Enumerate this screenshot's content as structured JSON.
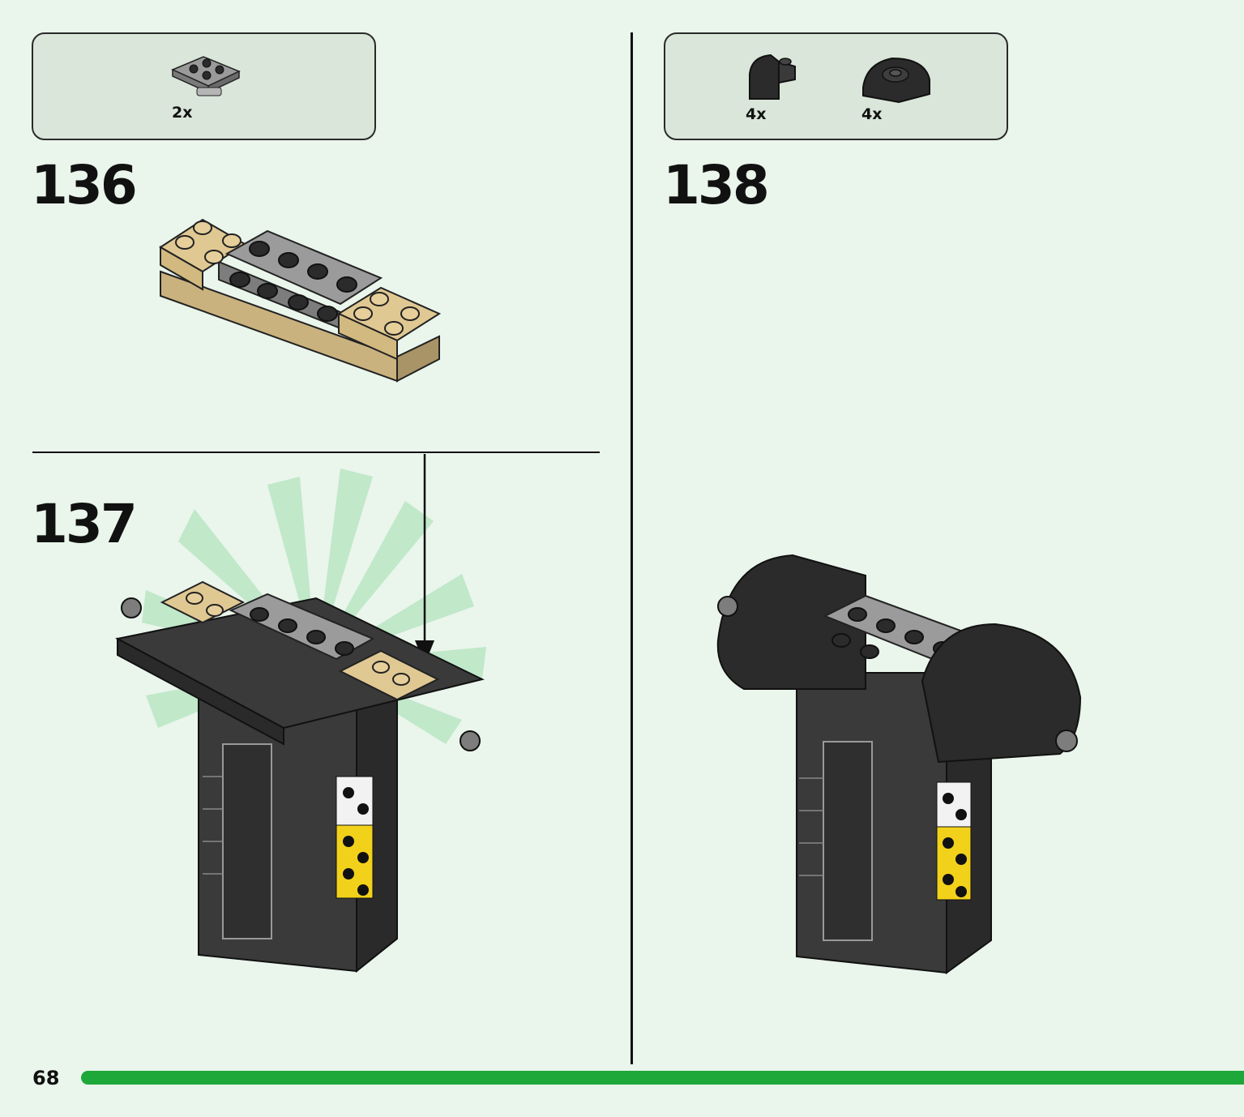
{
  "steps": [
    {
      "number": "136",
      "parts": [
        {
          "icon": "plate-2x2-with-pin-icon",
          "qty": "2x"
        }
      ]
    },
    {
      "number": "137"
    },
    {
      "number": "138",
      "parts": [
        {
          "icon": "curved-slope-icon",
          "qty": "4x"
        },
        {
          "icon": "curved-corner-slope-icon",
          "qty": "4x"
        }
      ]
    }
  ],
  "page_number": "68",
  "colors": {
    "background": "#eaf5ec",
    "parts_box": "#d9e6d9",
    "progress": "#1ea83a",
    "tan": "#d9c08a",
    "gray": "#8e8e8e",
    "black": "#2b2b2b"
  }
}
